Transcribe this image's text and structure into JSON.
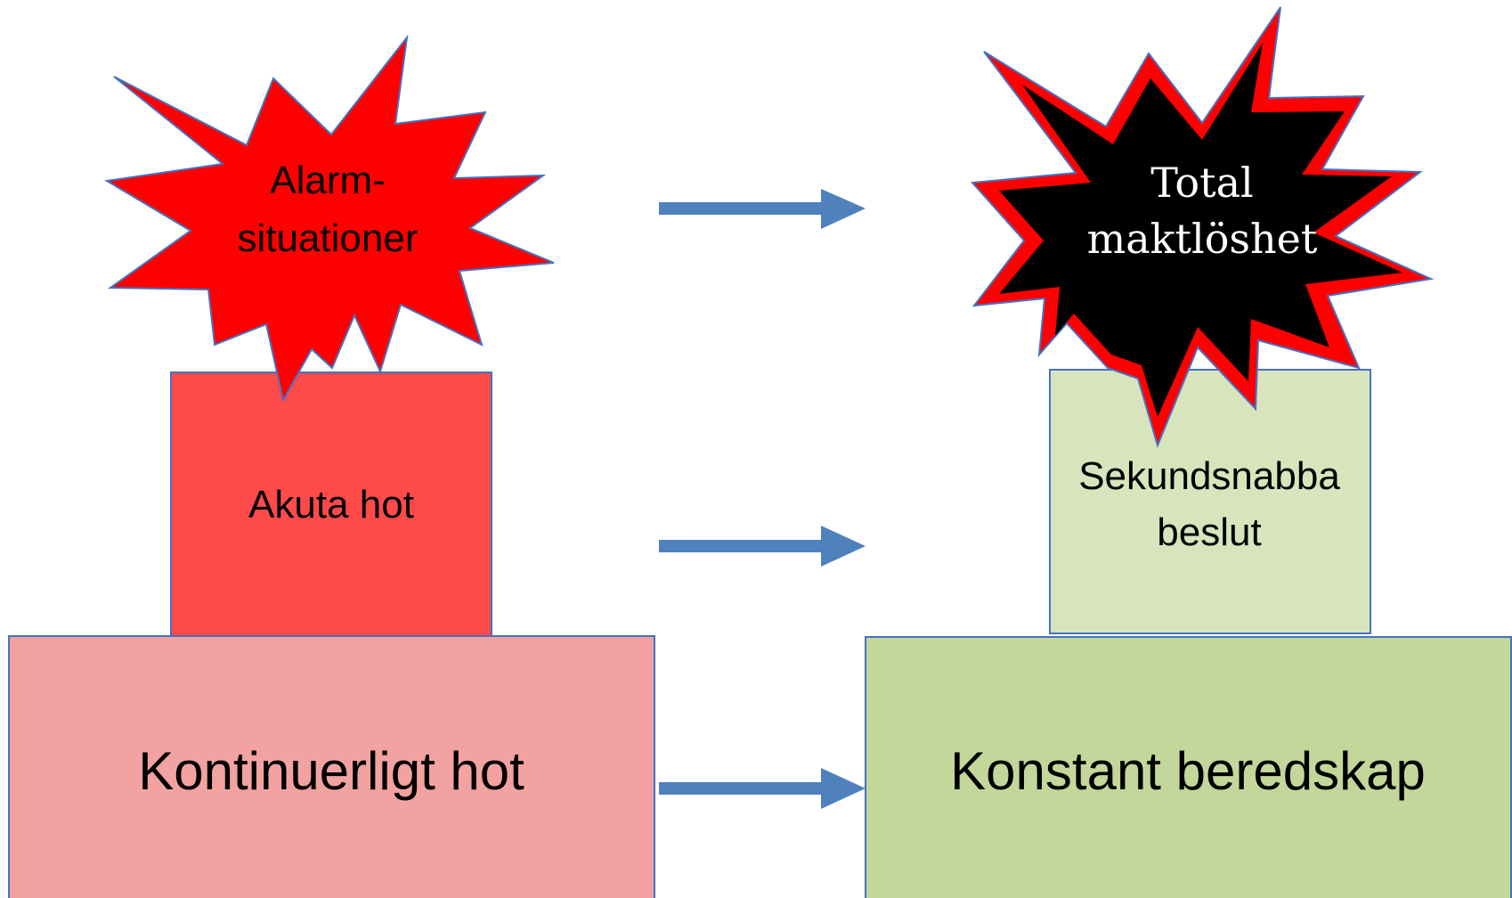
{
  "left": {
    "burst": {
      "lines": [
        "Alarm-",
        "situationer"
      ],
      "fill": "#ff0000",
      "stroke": "#4472c4"
    },
    "mid_box": {
      "label": "Akuta hot",
      "fill": "#ff4a4a",
      "stroke": "#4472c4"
    },
    "base_box": {
      "label": "Kontinuerligt hot",
      "fill": "#f2a2a0",
      "stroke": "#4472c4"
    }
  },
  "right": {
    "burst": {
      "lines": [
        "Total",
        "maktlöshet"
      ],
      "fill": "#000000",
      "outline": "#ff0000",
      "stroke": "#4472c4"
    },
    "mid_box": {
      "lines": [
        "Sekundsnabba",
        "beslut"
      ],
      "fill": "#d8e4bc",
      "stroke": "#4472c4"
    },
    "base_box": {
      "label": "Konstant beredskap",
      "fill": "#c4d79b",
      "stroke": "#4472c4"
    }
  },
  "arrow_color": "#4f81bd"
}
